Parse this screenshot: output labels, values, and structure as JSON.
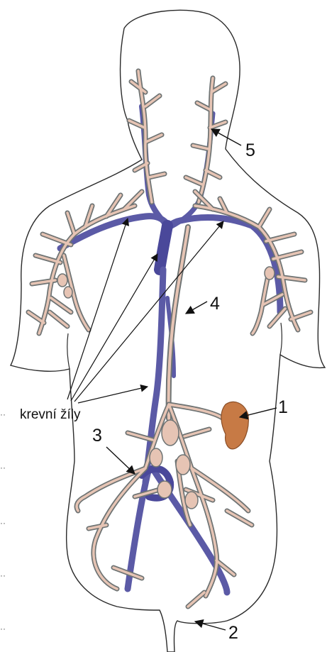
{
  "diagram": {
    "label_veins": "krevní žíly",
    "callouts": [
      "1",
      "2",
      "3",
      "4",
      "5"
    ],
    "colors": {
      "body_outline": "#2a2a2a",
      "vein": "#5b5aa6",
      "vein_dark": "#3f3d86",
      "lymph_fill": "#e6c4b4",
      "lymph_edge": "#6f7474",
      "spleen": "#c77a45",
      "arrow": "#111111"
    }
  }
}
